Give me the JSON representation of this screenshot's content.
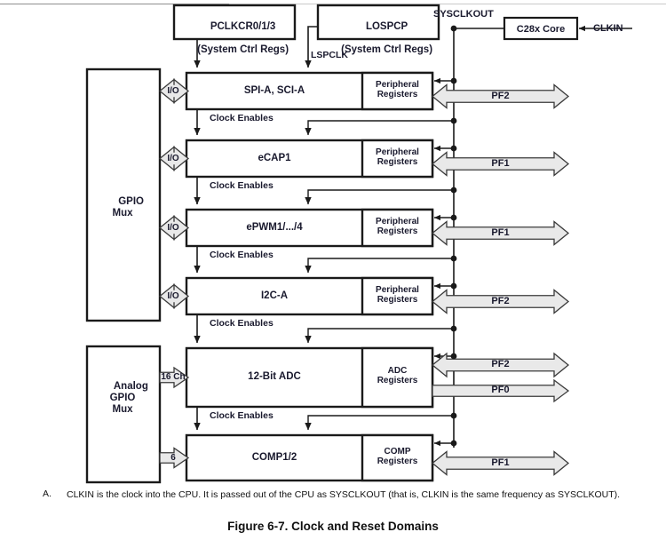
{
  "figure": {
    "caption": "Figure 6-7. Clock and Reset Domains",
    "note_letter": "A.",
    "note_text": "CLKIN is the clock into the CPU. It is passed out of the CPU as SYSCLKOUT (that is, CLKIN is the same frequency as SYSCLKOUT)."
  },
  "colors": {
    "stroke": "#1a1a1a",
    "thin_stroke": "#6e6e6e",
    "bus_fill": "#e9e9e9",
    "bus_stroke": "#3a3a3a",
    "text": "#1a1a2e",
    "page_bg": "#ffffff"
  },
  "control_registers": [
    {
      "name": "pclkcr-block",
      "line1": "PCLKCR0/1/3",
      "line2": "(System Ctrl Regs)"
    },
    {
      "name": "lospcp-block",
      "line1": "LOSPCP",
      "line2": "(System Ctrl Regs)"
    }
  ],
  "signals": {
    "clock_enables": "Clock Enables",
    "lspclk": "LSPCLK",
    "sysclkout": "SYSCLKOUT",
    "clkin": "CLKIN"
  },
  "core": {
    "label": "C28x Core"
  },
  "muxes": [
    {
      "name": "gpio-mux",
      "line1": "GPIO",
      "line2": "Mux",
      "line3": ""
    },
    {
      "name": "analog-gpio-mux",
      "line1": "Analog",
      "line2": "GPIO",
      "line3": "Mux"
    }
  ],
  "peripherals": [
    {
      "id": "spi-sci",
      "label": "SPI-A, SCI-A",
      "regs_line1": "Peripheral",
      "regs_line2": "Registers",
      "io_label": "I/O",
      "io_bidirectional": true,
      "bus": [
        {
          "label": "PF2",
          "bidirectional": true
        }
      ],
      "clock_enable_label": "Clock Enables",
      "has_clock_enable_label_above": false
    },
    {
      "id": "ecap1",
      "label": "eCAP1",
      "regs_line1": "Peripheral",
      "regs_line2": "Registers",
      "io_label": "I/O",
      "io_bidirectional": true,
      "bus": [
        {
          "label": "PF1",
          "bidirectional": true
        }
      ],
      "clock_enable_label": "Clock Enables",
      "has_clock_enable_label_above": true
    },
    {
      "id": "epwm",
      "label": "ePWM1/.../4",
      "regs_line1": "Peripheral",
      "regs_line2": "Registers",
      "io_label": "I/O",
      "io_bidirectional": true,
      "bus": [
        {
          "label": "PF1",
          "bidirectional": true
        }
      ],
      "clock_enable_label": "Clock Enables",
      "has_clock_enable_label_above": true
    },
    {
      "id": "i2c-a",
      "label": "I2C-A",
      "regs_line1": "Peripheral",
      "regs_line2": "Registers",
      "io_label": "I/O",
      "io_bidirectional": true,
      "bus": [
        {
          "label": "PF2",
          "bidirectional": true
        }
      ],
      "clock_enable_label": "Clock Enables",
      "has_clock_enable_label_above": true
    },
    {
      "id": "adc",
      "label": "12-Bit ADC",
      "regs_line1": "ADC",
      "regs_line2": "Registers",
      "io_label": "16 Ch",
      "io_bidirectional": false,
      "bus": [
        {
          "label": "PF2",
          "bidirectional": true
        },
        {
          "label": "PF0",
          "bidirectional": false
        }
      ],
      "clock_enable_label": "Clock Enables",
      "has_clock_enable_label_above": true
    },
    {
      "id": "comp",
      "label": "COMP1/2",
      "regs_line1": "COMP",
      "regs_line2": "Registers",
      "io_label": "6",
      "io_bidirectional": false,
      "bus": [
        {
          "label": "PF1",
          "bidirectional": true
        }
      ],
      "clock_enable_label": "Clock Enables",
      "has_clock_enable_label_above": true
    }
  ]
}
